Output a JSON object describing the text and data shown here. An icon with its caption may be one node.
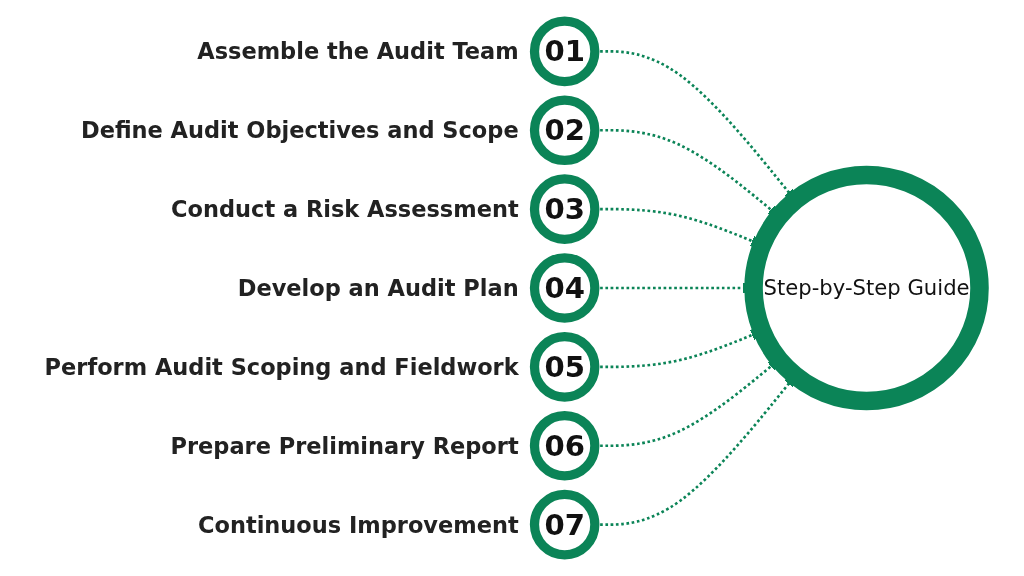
{
  "diagram": {
    "nodes": [
      {
        "text": [
          "Step-by-Step Guide"
        ]
      },
      {
        "text": [
          "01"
        ],
        "beside": [
          "Assemble the Audit Team"
        ]
      },
      {
        "text": [
          "02"
        ],
        "beside": [
          "Define Audit Objectives and Scope"
        ]
      },
      {
        "text": [
          "03"
        ],
        "beside": [
          "Conduct a Risk Assessment"
        ]
      },
      {
        "text": [
          "04"
        ],
        "beside": [
          "Develop an Audit Plan"
        ]
      },
      {
        "text": [
          "05"
        ],
        "beside": [
          "Perform Audit Scoping and Fieldwork"
        ]
      },
      {
        "text": [
          "06"
        ],
        "beside": [
          "Prepare Preliminary Report"
        ]
      },
      {
        "text": [
          "07"
        ],
        "beside": [
          "Continuous Improvement"
        ]
      }
    ],
    "edges": [
      {
        "from": 1,
        "to": 0,
        "arrow": "to",
        "style": "dashed"
      },
      {
        "from": 2,
        "to": 0,
        "arrow": "to",
        "style": "dashed"
      },
      {
        "from": 3,
        "to": 0,
        "arrow": "to",
        "style": "dashed"
      },
      {
        "from": 4,
        "to": 0,
        "arrow": "to",
        "style": "dashed"
      },
      {
        "from": 5,
        "to": 0,
        "arrow": "to",
        "style": "dashed"
      },
      {
        "from": 6,
        "to": 0,
        "arrow": "to",
        "style": "dashed"
      },
      {
        "from": 7,
        "to": 0,
        "arrow": "to",
        "style": "dashed"
      }
    ]
  }
}
